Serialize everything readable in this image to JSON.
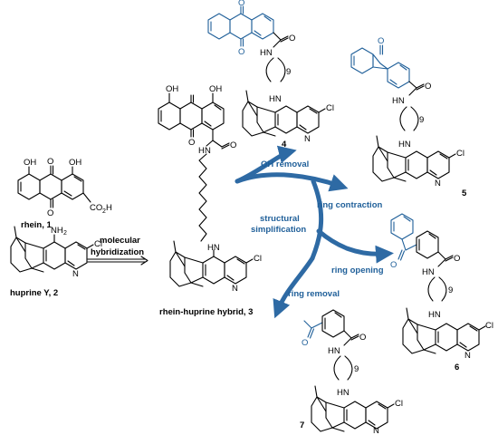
{
  "compounds": {
    "rhein": "rhein, 1",
    "huprine": "huprine Y, 2",
    "hybrid": "rhein-huprine hybrid, 3",
    "c4": "4",
    "c5": "5",
    "c6": "6",
    "c7": "7"
  },
  "step": {
    "line1": "molecular",
    "line2": "hybridization"
  },
  "center": {
    "line1": "structural",
    "line2": "simplification"
  },
  "transformations": {
    "oh_removal": "OH removal",
    "ring_contraction": "ring contraction",
    "ring_opening": "ring opening",
    "ring_removal": "ring removal"
  },
  "atoms": {
    "oh": "OH",
    "o": "O",
    "co2h": "CO",
    "co2h_sub": "2",
    "co2h_h": "H",
    "nh2": "NH",
    "nh2_sub": "2",
    "n": "N",
    "cl": "Cl",
    "hn": "HN",
    "h": "H",
    "nine": "9"
  },
  "colors": {
    "accent": "#2e6aa4",
    "accent_text": "#1f5f99",
    "black": "#000000"
  }
}
